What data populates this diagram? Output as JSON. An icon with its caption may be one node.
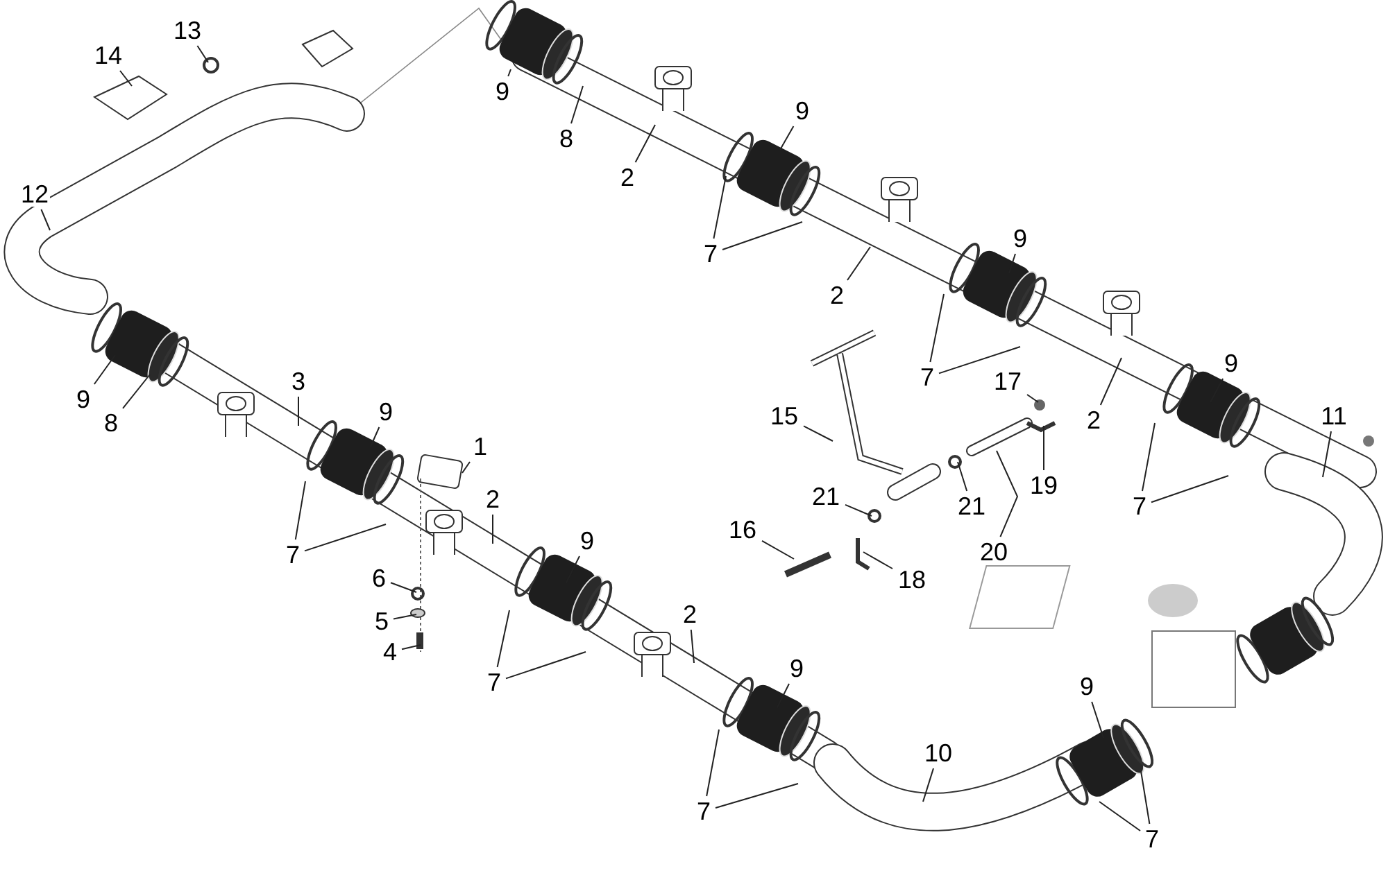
{
  "diagram": {
    "nodes": [
      {
        "text": [
          "13"
        ]
      },
      {
        "text": [
          "14"
        ]
      },
      {
        "text": [
          "9"
        ]
      },
      {
        "text": [
          "9"
        ]
      },
      {
        "text": [
          "8"
        ]
      },
      {
        "text": [
          "2"
        ]
      },
      {
        "text": [
          "12"
        ]
      },
      {
        "text": [
          "9"
        ]
      },
      {
        "text": [
          "7"
        ]
      },
      {
        "text": [
          "2"
        ]
      },
      {
        "text": [
          "9"
        ]
      },
      {
        "text": [
          "7"
        ]
      },
      {
        "text": [
          "17"
        ]
      },
      {
        "text": [
          "9"
        ]
      },
      {
        "text": [
          "8"
        ]
      },
      {
        "text": [
          "3"
        ]
      },
      {
        "text": [
          "9"
        ]
      },
      {
        "text": [
          "15"
        ]
      },
      {
        "text": [
          "2"
        ]
      },
      {
        "text": [
          "11"
        ]
      },
      {
        "text": [
          "1"
        ]
      },
      {
        "text": [
          "19"
        ]
      },
      {
        "text": [
          "21"
        ]
      },
      {
        "text": [
          "21"
        ]
      },
      {
        "text": [
          "2"
        ]
      },
      {
        "text": [
          "7"
        ]
      },
      {
        "text": [
          "16"
        ]
      },
      {
        "text": [
          "9"
        ]
      },
      {
        "text": [
          "20"
        ]
      },
      {
        "text": [
          "7"
        ]
      },
      {
        "text": [
          "6"
        ]
      },
      {
        "text": [
          "18"
        ]
      },
      {
        "text": [
          "2"
        ]
      },
      {
        "text": [
          "5"
        ]
      },
      {
        "text": [
          "4"
        ]
      },
      {
        "text": [
          "9"
        ]
      },
      {
        "text": [
          "7"
        ]
      },
      {
        "text": [
          "9"
        ]
      },
      {
        "text": [
          "10"
        ]
      },
      {
        "text": [
          "7"
        ]
      },
      {
        "text": [
          "7"
        ]
      }
    ],
    "edges": [
      {
        "from": 0,
        "to": null,
        "arrow": "none"
      },
      {
        "from": 1,
        "to": null,
        "arrow": "none"
      },
      {
        "from": 2,
        "to": null,
        "arrow": "none"
      },
      {
        "from": 3,
        "to": null,
        "arrow": "none"
      },
      {
        "from": 4,
        "to": null,
        "arrow": "none"
      },
      {
        "from": 5,
        "to": null,
        "arrow": "none"
      },
      {
        "from": 6,
        "to": null,
        "arrow": "none"
      },
      {
        "from": 7,
        "to": null,
        "arrow": "none"
      },
      {
        "from": 8,
        "to": null,
        "arrow": "none"
      },
      {
        "from": 8,
        "to": null,
        "arrow": "none"
      },
      {
        "from": 9,
        "to": null,
        "arrow": "none"
      },
      {
        "from": 10,
        "to": null,
        "arrow": "none"
      },
      {
        "from": 11,
        "to": null,
        "arrow": "none"
      },
      {
        "from": 11,
        "to": null,
        "arrow": "none"
      },
      {
        "from": 12,
        "to": null,
        "arrow": "none"
      },
      {
        "from": 13,
        "to": null,
        "arrow": "none"
      },
      {
        "from": 14,
        "to": null,
        "arrow": "none"
      },
      {
        "from": 15,
        "to": null,
        "arrow": "none"
      },
      {
        "from": 16,
        "to": null,
        "arrow": "none"
      },
      {
        "from": 17,
        "to": null,
        "arrow": "none"
      },
      {
        "from": 18,
        "to": null,
        "arrow": "none"
      },
      {
        "from": 19,
        "to": null,
        "arrow": "none"
      },
      {
        "from": 20,
        "to": null,
        "arrow": "none"
      },
      {
        "from": 21,
        "to": null,
        "arrow": "none"
      },
      {
        "from": 22,
        "to": null,
        "arrow": "none"
      },
      {
        "from": 23,
        "to": null,
        "arrow": "none"
      },
      {
        "from": 24,
        "to": null,
        "arrow": "none"
      },
      {
        "from": 25,
        "to": null,
        "arrow": "none"
      },
      {
        "from": 25,
        "to": null,
        "arrow": "none"
      },
      {
        "from": 26,
        "to": null,
        "arrow": "none"
      },
      {
        "from": 27,
        "to": null,
        "arrow": "none"
      },
      {
        "from": 28,
        "to": null,
        "arrow": "none"
      },
      {
        "from": 29,
        "to": null,
        "arrow": "none"
      },
      {
        "from": 29,
        "to": null,
        "arrow": "none"
      },
      {
        "from": 30,
        "to": null,
        "arrow": "none"
      },
      {
        "from": 31,
        "to": null,
        "arrow": "none"
      },
      {
        "from": 32,
        "to": null,
        "arrow": "none"
      },
      {
        "from": 33,
        "to": null,
        "arrow": "none"
      },
      {
        "from": 34,
        "to": null,
        "arrow": "none"
      },
      {
        "from": 35,
        "to": null,
        "arrow": "none"
      },
      {
        "from": 36,
        "to": null,
        "arrow": "none"
      },
      {
        "from": 36,
        "to": null,
        "arrow": "none"
      },
      {
        "from": 37,
        "to": null,
        "arrow": "none"
      },
      {
        "from": 38,
        "to": null,
        "arrow": "none"
      },
      {
        "from": 39,
        "to": null,
        "arrow": "none"
      },
      {
        "from": 39,
        "to": null,
        "arrow": "none"
      },
      {
        "from": 40,
        "to": null,
        "arrow": "none"
      },
      {
        "from": 40,
        "to": null,
        "arrow": "none"
      }
    ]
  }
}
